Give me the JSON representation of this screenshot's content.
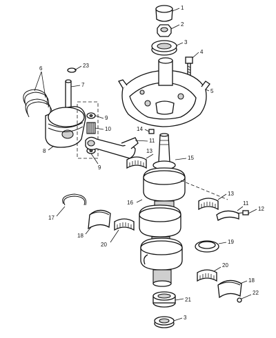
{
  "callouts": [
    {
      "id": "c1",
      "text": "1"
    },
    {
      "id": "c2",
      "text": "2"
    },
    {
      "id": "c3a",
      "text": "3"
    },
    {
      "id": "c4",
      "text": "4"
    },
    {
      "id": "c5",
      "text": "5"
    },
    {
      "id": "c6",
      "text": "6"
    },
    {
      "id": "c7",
      "text": "7"
    },
    {
      "id": "c8",
      "text": "8"
    },
    {
      "id": "c9a",
      "text": "9"
    },
    {
      "id": "c9b",
      "text": "9"
    },
    {
      "id": "c10",
      "text": "10"
    },
    {
      "id": "c11a",
      "text": "11"
    },
    {
      "id": "c11b",
      "text": "11"
    },
    {
      "id": "c12",
      "text": "12"
    },
    {
      "id": "c13a",
      "text": "13"
    },
    {
      "id": "c13b",
      "text": "13"
    },
    {
      "id": "c14",
      "text": "14"
    },
    {
      "id": "c15",
      "text": "15"
    },
    {
      "id": "c16",
      "text": "16"
    },
    {
      "id": "c17",
      "text": "17"
    },
    {
      "id": "c18a",
      "text": "18"
    },
    {
      "id": "c18b",
      "text": "18"
    },
    {
      "id": "c19",
      "text": "19"
    },
    {
      "id": "c20a",
      "text": "20"
    },
    {
      "id": "c20b",
      "text": "20"
    },
    {
      "id": "c21",
      "text": "21"
    },
    {
      "id": "c22",
      "text": "22"
    },
    {
      "id": "c23",
      "text": "23"
    },
    {
      "id": "c3b",
      "text": "3"
    }
  ]
}
